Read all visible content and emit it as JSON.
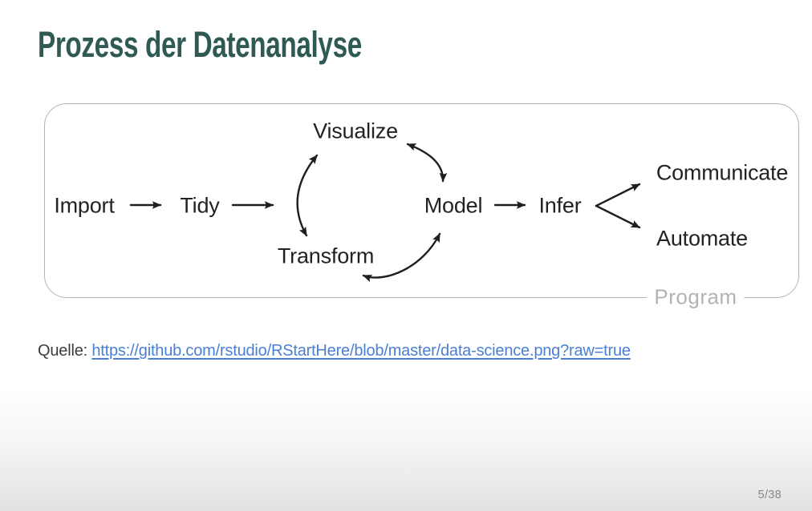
{
  "slide": {
    "title": "Prozess der Datenanalyse",
    "page_number": "5/38"
  },
  "diagram": {
    "panel_label": "Program",
    "nodes": {
      "import": "Import",
      "tidy": "Tidy",
      "visualize": "Visualize",
      "transform": "Transform",
      "model": "Model",
      "infer": "Infer",
      "communicate": "Communicate",
      "automate": "Automate"
    },
    "edges": [
      {
        "from": "Import",
        "to": "Tidy",
        "style": "arrow"
      },
      {
        "from": "Tidy",
        "to": "cycle",
        "style": "arrow"
      },
      {
        "from": "Transform",
        "to": "Visualize",
        "style": "double-arrow-curve"
      },
      {
        "from": "Visualize",
        "to": "Model",
        "style": "double-arrow-curve"
      },
      {
        "from": "Transform",
        "to": "Model",
        "style": "double-arrow-curve"
      },
      {
        "from": "Model",
        "to": "Infer",
        "style": "arrow"
      },
      {
        "from": "Infer",
        "to": "Communicate",
        "style": "arrow"
      },
      {
        "from": "Infer",
        "to": "Automate",
        "style": "arrow"
      }
    ]
  },
  "source": {
    "label": "Quelle:",
    "url": "https://github.com/rstudio/RStartHere/blob/master/data-science.png?raw=true"
  },
  "colors": {
    "title": "#2F5A54",
    "diagram_text": "#222222",
    "arrow": "#1F1F1F",
    "panel_border": "#B4B4B4",
    "panel_label_text": "#B3B3B3",
    "link": "#4A7FD6",
    "source_text": "#3D3D3D",
    "page_number": "#888888",
    "footer_gradient_end": "#E2E2E2"
  }
}
